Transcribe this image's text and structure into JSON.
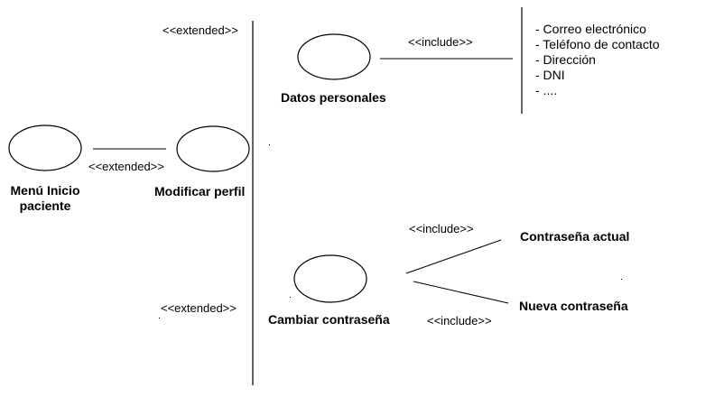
{
  "diagram": {
    "use_cases": {
      "menu_inicio_paciente": "Menú Inicio\npaciente",
      "modificar_perfil": "Modificar perfil",
      "datos_personales": "Datos personales",
      "cambiar_contrasena": "Cambiar contraseña",
      "contrasena_actual": "Contraseña actual",
      "nueva_contrasena": "Nueva contraseña"
    },
    "relations": {
      "menu_to_modificar": "<<extended>>",
      "modificar_to_datos": "<<extended>>",
      "modificar_to_cambiar": "<<extended>>",
      "datos_include": "<<include>>",
      "contrasena_actual_include": "<<include>>",
      "nueva_contrasena_include": "<<include>>"
    },
    "datos_personales_fields": [
      "- Correo electrónico",
      "- Teléfono de contacto",
      "- Dirección",
      "- DNI",
      "- ...."
    ]
  }
}
